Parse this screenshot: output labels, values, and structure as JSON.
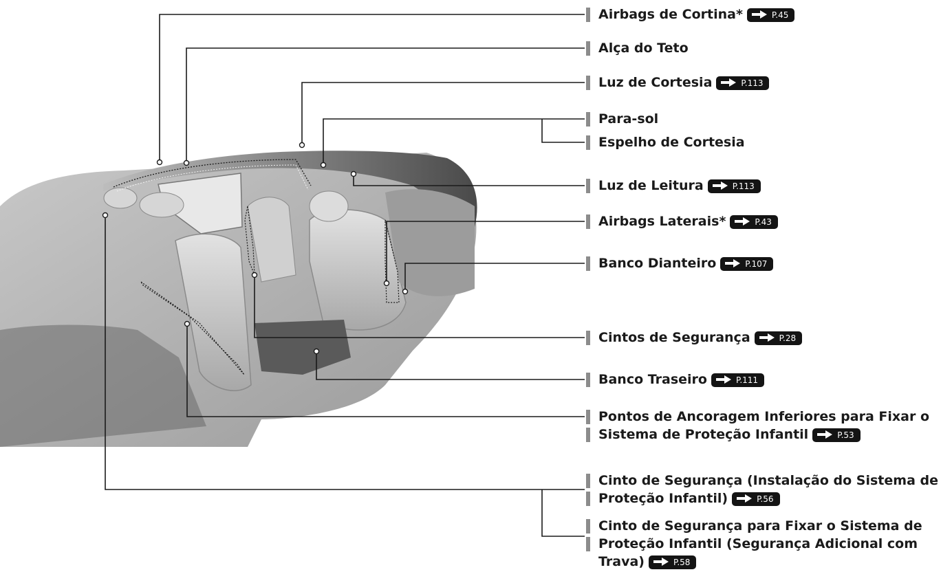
{
  "labels": [
    {
      "text": "Airbags de Cortina*",
      "ref": "P.45"
    },
    {
      "text": "Alça do Teto"
    },
    {
      "text": "Luz de Cortesia",
      "ref": "P.113"
    },
    {
      "text": "Para-sol"
    },
    {
      "text": "Espelho de Cortesia"
    },
    {
      "text": "Luz de Leitura",
      "ref": "P.113"
    },
    {
      "text": "Airbags Laterais*",
      "ref": "P.43"
    },
    {
      "text": "Banco Dianteiro",
      "ref": "P.107"
    },
    {
      "text": "Cintos de Segurança",
      "ref": "P.28"
    },
    {
      "text": "Banco Traseiro",
      "ref": "P.111"
    },
    {
      "line1": "Pontos de Ancoragem Inferiores para Fixar o",
      "line2": "Sistema de Proteção Infantil",
      "ref": "P.53"
    },
    {
      "line1": "Cinto de Segurança (Instalação do Sistema de",
      "line2": "Proteção Infantil)",
      "ref": "P.56"
    },
    {
      "line1": "Cinto de Segurança para Fixar o Sistema de",
      "line2": "Proteção Infantil (Segurança Adicional com",
      "line3": "Trava)",
      "ref": "P.58"
    }
  ],
  "colors": {
    "callout_line": "#1a1a1a",
    "label_bar": "#8c8c8c",
    "ref_badge": "#141414",
    "illustration_gray": "#b9b9b9"
  },
  "icons": {
    "ref_arrow": "arrow-right-icon"
  }
}
